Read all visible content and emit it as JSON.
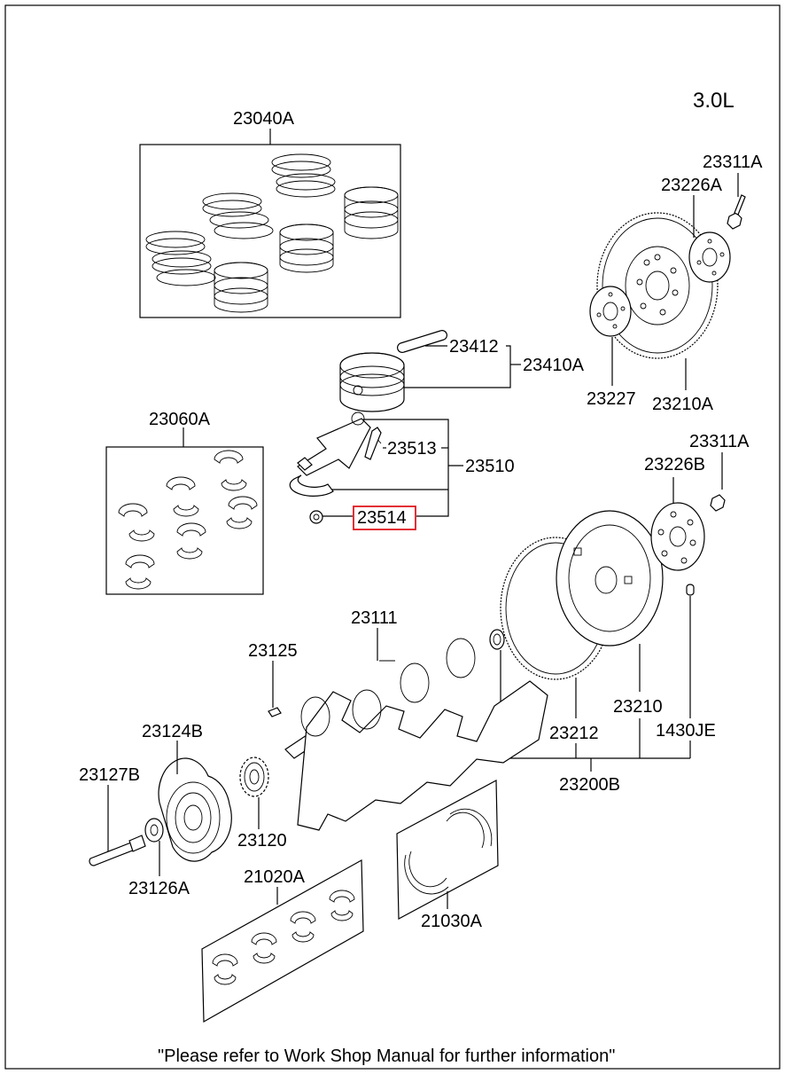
{
  "engine_size": "3.0L",
  "footer_note": "\"Please refer to Work Shop Manual for further information\"",
  "highlighted_part": "23514",
  "highlight_color": "#e0191f",
  "parts": {
    "p23040A": "23040A",
    "p23060A": "23060A",
    "p23412": "23412",
    "p23410A": "23410A",
    "p23513": "23513",
    "p23510": "23510",
    "p23514": "23514",
    "p23311A_top": "23311A",
    "p23226A": "23226A",
    "p23227": "23227",
    "p23210A": "23210A",
    "p23311A_mid": "23311A",
    "p23226B": "23226B",
    "p23111": "23111",
    "p23125": "23125",
    "p23124B": "23124B",
    "p23127B": "23127B",
    "p23120": "23120",
    "p23126A": "23126A",
    "p23212": "23212",
    "p23210": "23210",
    "p1430JE": "1430JE",
    "p23200B": "23200B",
    "p21020A": "21020A",
    "p21030A": "21030A"
  }
}
